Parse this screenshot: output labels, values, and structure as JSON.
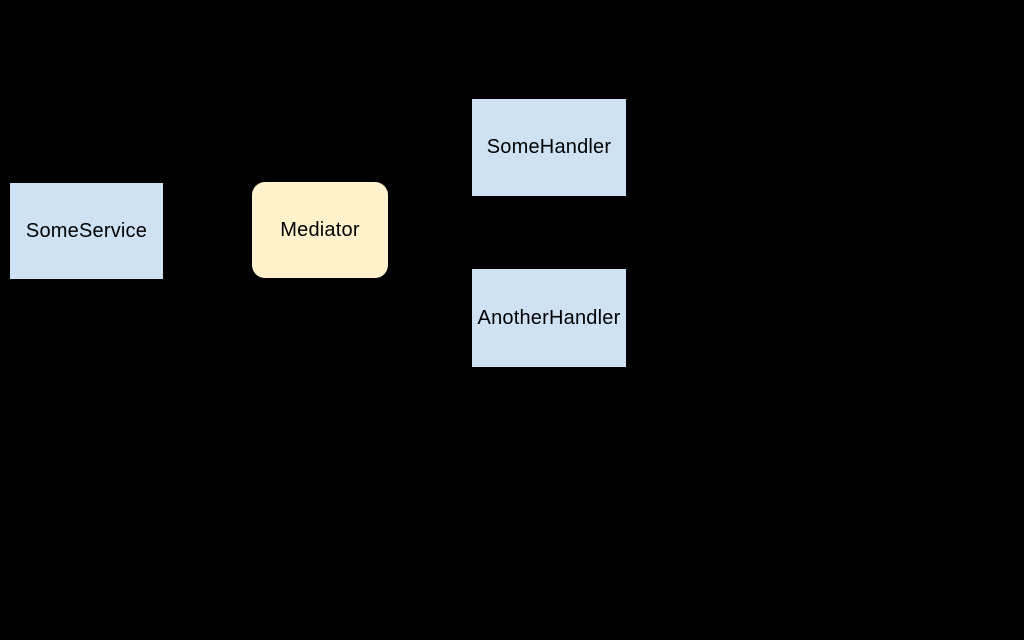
{
  "diagram": {
    "background_color": "#000000",
    "text_color": "#000000",
    "nodes": [
      {
        "id": "some-service",
        "label": "SomeService",
        "fill": "#cfe2f3",
        "shape": "rect"
      },
      {
        "id": "mediator",
        "label": "Mediator",
        "fill": "#fff2cc",
        "shape": "rounded"
      },
      {
        "id": "some-handler",
        "label": "SomeHandler",
        "fill": "#cfe2f3",
        "shape": "rect"
      },
      {
        "id": "another-handler",
        "label": "AnotherHandler",
        "fill": "#cfe2f3",
        "shape": "rect"
      }
    ]
  }
}
